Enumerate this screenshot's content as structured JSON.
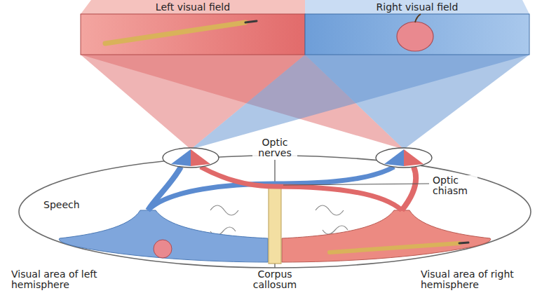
{
  "diagram": {
    "nodes": [
      {
        "text": [
          "Left visual field"
        ]
      },
      {
        "text": [
          "Right visual field"
        ]
      }
    ],
    "labels": [
      "Optic nerves",
      "Optic chiasm",
      "Speech",
      "Visual area of left hemisphere",
      "Corpus callosum",
      "Visual area of right hemisphere"
    ]
  }
}
